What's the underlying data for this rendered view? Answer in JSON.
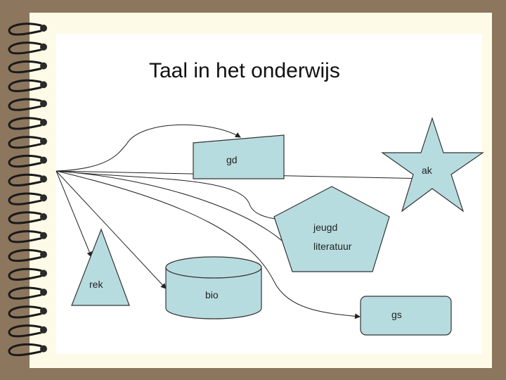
{
  "slide": {
    "title": "Taal in het onderwijs"
  },
  "nodes": {
    "gd": "gd",
    "ak": "ak",
    "jeugd_line1": "jeugd",
    "jeugd_line2": "literatuur",
    "rek": "rek",
    "bio": "bio",
    "gs": "gs"
  },
  "colors": {
    "shape_fill": "#b7dcdf",
    "frame": "#8c765e",
    "paper": "#fdfbe7"
  }
}
